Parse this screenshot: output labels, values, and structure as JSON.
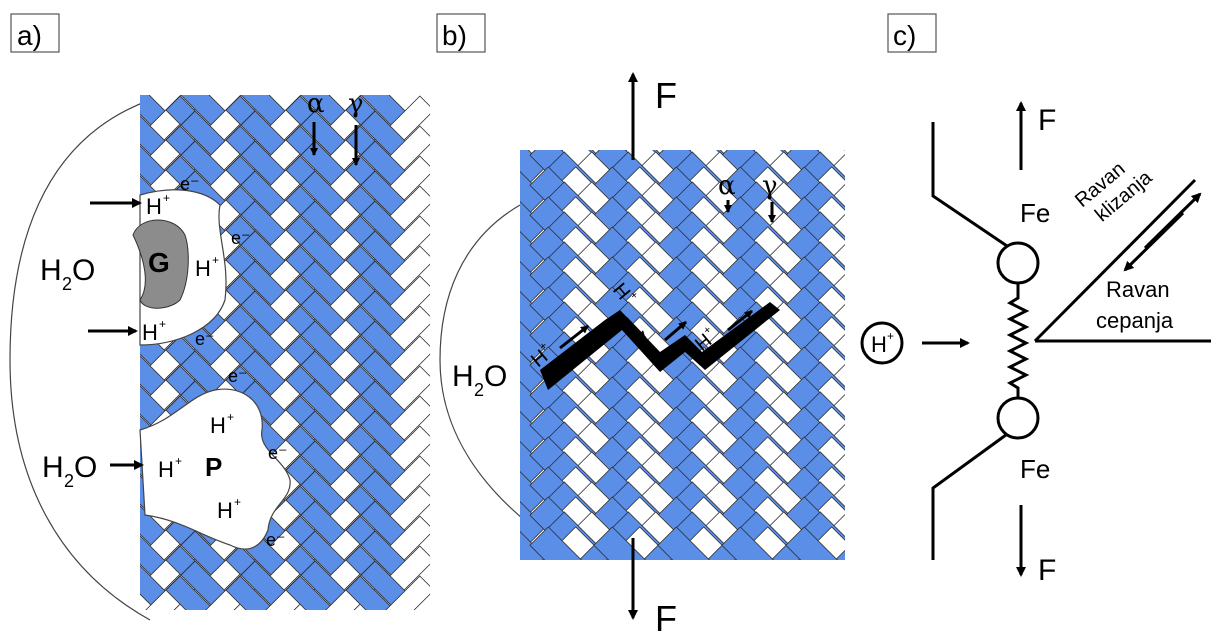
{
  "panels": {
    "a": {
      "label": "a)",
      "alpha": "α",
      "gamma": "γ",
      "electron": "e⁻",
      "proton": "H",
      "proton_sup": "+",
      "water_H": "H",
      "water_sub": "2",
      "water_O": "O",
      "grain_label": "G",
      "pore_label": "P"
    },
    "b": {
      "label": "b)",
      "force": "F",
      "alpha": "α",
      "gamma": "γ",
      "proton": "H",
      "proton_sup": "+",
      "water_H": "H",
      "water_sub": "2",
      "water_O": "O"
    },
    "c": {
      "label": "c)",
      "force": "F",
      "iron": "Fe",
      "slip_plane_line1": "Ravan",
      "slip_plane_line2": "klizanja",
      "cleavage_plane_line1": "Ravan",
      "cleavage_plane_line2": "cepanja",
      "proton": "H",
      "proton_sup": "+"
    }
  },
  "colors": {
    "alpha_phase": "#5b8ee6",
    "gamma_phase": "#ffffff",
    "grain": "#8c8c8c",
    "line": "#000000"
  }
}
